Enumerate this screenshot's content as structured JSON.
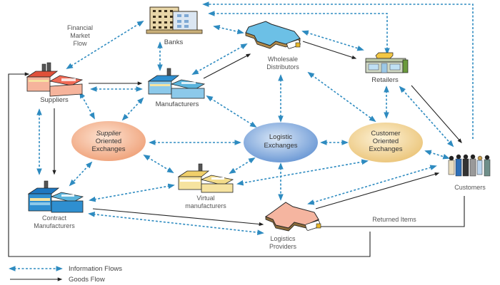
{
  "diagram": {
    "nodes": {
      "banks": {
        "label": "Banks",
        "icon": "office-building-icon"
      },
      "financial_market_flow": {
        "lines": [
          "Financial",
          "Market",
          "Flow"
        ]
      },
      "suppliers": {
        "label": "Suppliers",
        "icon": "factory-icon",
        "color": "#f08a6a"
      },
      "manufacturers": {
        "label": "Manufacturers",
        "icon": "factory-icon",
        "color": "#5bb4dc"
      },
      "wholesale_distributors": {
        "lines": [
          "Wholesale",
          "Distributors"
        ],
        "icon": "warehouse-icon",
        "color": "#6cc0e6"
      },
      "retailers": {
        "label": "Retailers",
        "icon": "storefront-icon",
        "color": "#f2c744"
      },
      "supplier_oriented_exchanges": {
        "lines": [
          "Supplier",
          "Oriented",
          "Exchanges"
        ],
        "color": "#f4b58f"
      },
      "logistic_exchanges": {
        "lines": [
          "Logistic",
          "Exchanges"
        ],
        "color": "#7fa9dc"
      },
      "customer_oriented_exchanges": {
        "lines": [
          "Customer",
          "Oriented",
          "Exchanges"
        ],
        "color": "#f1d28e"
      },
      "virtual_manufacturers": {
        "lines": [
          "Virtual",
          "manufacturers"
        ],
        "icon": "factory-icon",
        "color": "#f3dc8a"
      },
      "customers": {
        "label": "Customers",
        "icon": "people-group-icon"
      },
      "contract_manufacturers": {
        "lines": [
          "Contract",
          "Manufacturers"
        ],
        "icon": "factory-icon",
        "color": "#2f8fd0"
      },
      "logistics_providers": {
        "lines": [
          "Logistics",
          "Providers"
        ],
        "icon": "warehouse-icon",
        "color": "#f5b5a0"
      },
      "returned_items": {
        "label": "Returned Items"
      }
    },
    "legend": {
      "information_flows": "Information Flows",
      "goods_flow": "Goods Flow"
    },
    "colors": {
      "information_flow": "#2e8bc0",
      "goods_flow": "#222222"
    }
  }
}
